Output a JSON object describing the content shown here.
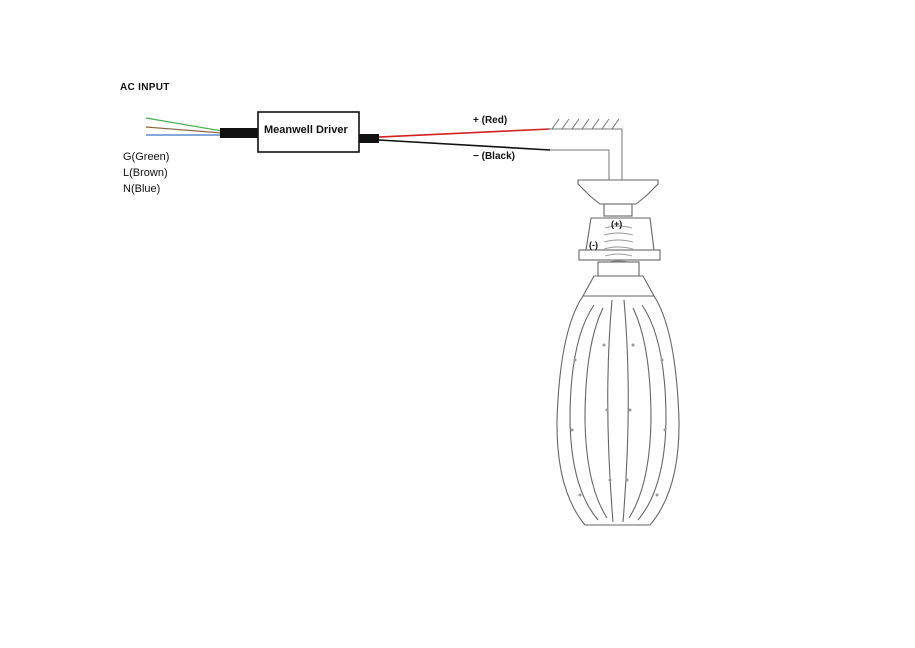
{
  "diagram": {
    "ac_input_label": "AC INPUT",
    "inputs": [
      {
        "label": "G(Green)",
        "color": "#4caf50"
      },
      {
        "label": "L(Brown)",
        "color": "#8b6b45"
      },
      {
        "label": "N(Blue)",
        "color": "#3b74c8"
      }
    ],
    "driver_label": "Meanwell Driver",
    "outputs": {
      "positive": {
        "label": "+ (Red)",
        "color": "#d62020"
      },
      "negative": {
        "label": "− (Black)",
        "color": "#111111"
      }
    },
    "socket_marks": {
      "positive": "(+)",
      "negative": "(-)"
    }
  }
}
